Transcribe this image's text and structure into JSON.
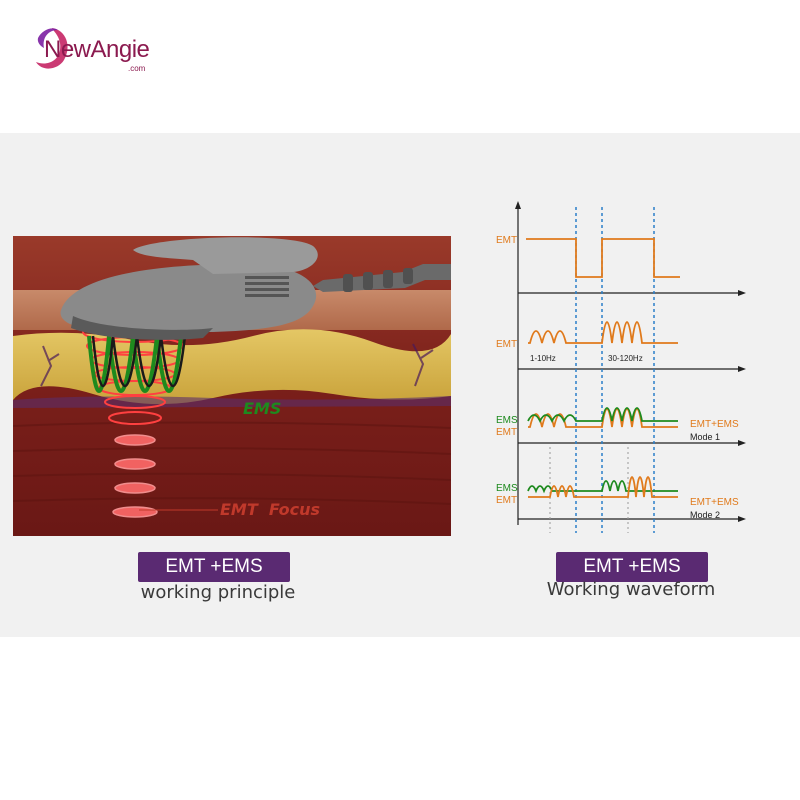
{
  "brand": {
    "name": "NewAngie",
    "domain": ".com",
    "color": "#8b1a4f",
    "icon": "swirl-logo-icon"
  },
  "left_panel": {
    "ems_label": "EMS",
    "emt_focus_label": "EMT  Focus",
    "colors": {
      "ems_wave": "#1e8a1e",
      "emt_rings": "#d22a2a",
      "label": "#c0392b"
    }
  },
  "right_panel": {
    "row1": {
      "label": "EMT"
    },
    "row2": {
      "label": "EMT",
      "freq_low": "1-10Hz",
      "freq_high": "30-120Hz"
    },
    "row3": {
      "label_top": "EMS",
      "label_bottom": "EMT",
      "legend": "EMT+EMS",
      "mode": "Mode 1"
    },
    "row4": {
      "label_top": "EMS",
      "label_bottom": "EMT",
      "legend": "EMT+EMS",
      "mode": "Mode 2"
    },
    "colors": {
      "emt": "#e07a1c",
      "ems": "#1e8a1e",
      "guide": "#2a7fc9",
      "axis": "#222222"
    }
  },
  "captions": {
    "left": {
      "badge": "EMT +EMS",
      "text": "working principle"
    },
    "right": {
      "badge": "EMT +EMS",
      "text": "Working waveform"
    }
  }
}
